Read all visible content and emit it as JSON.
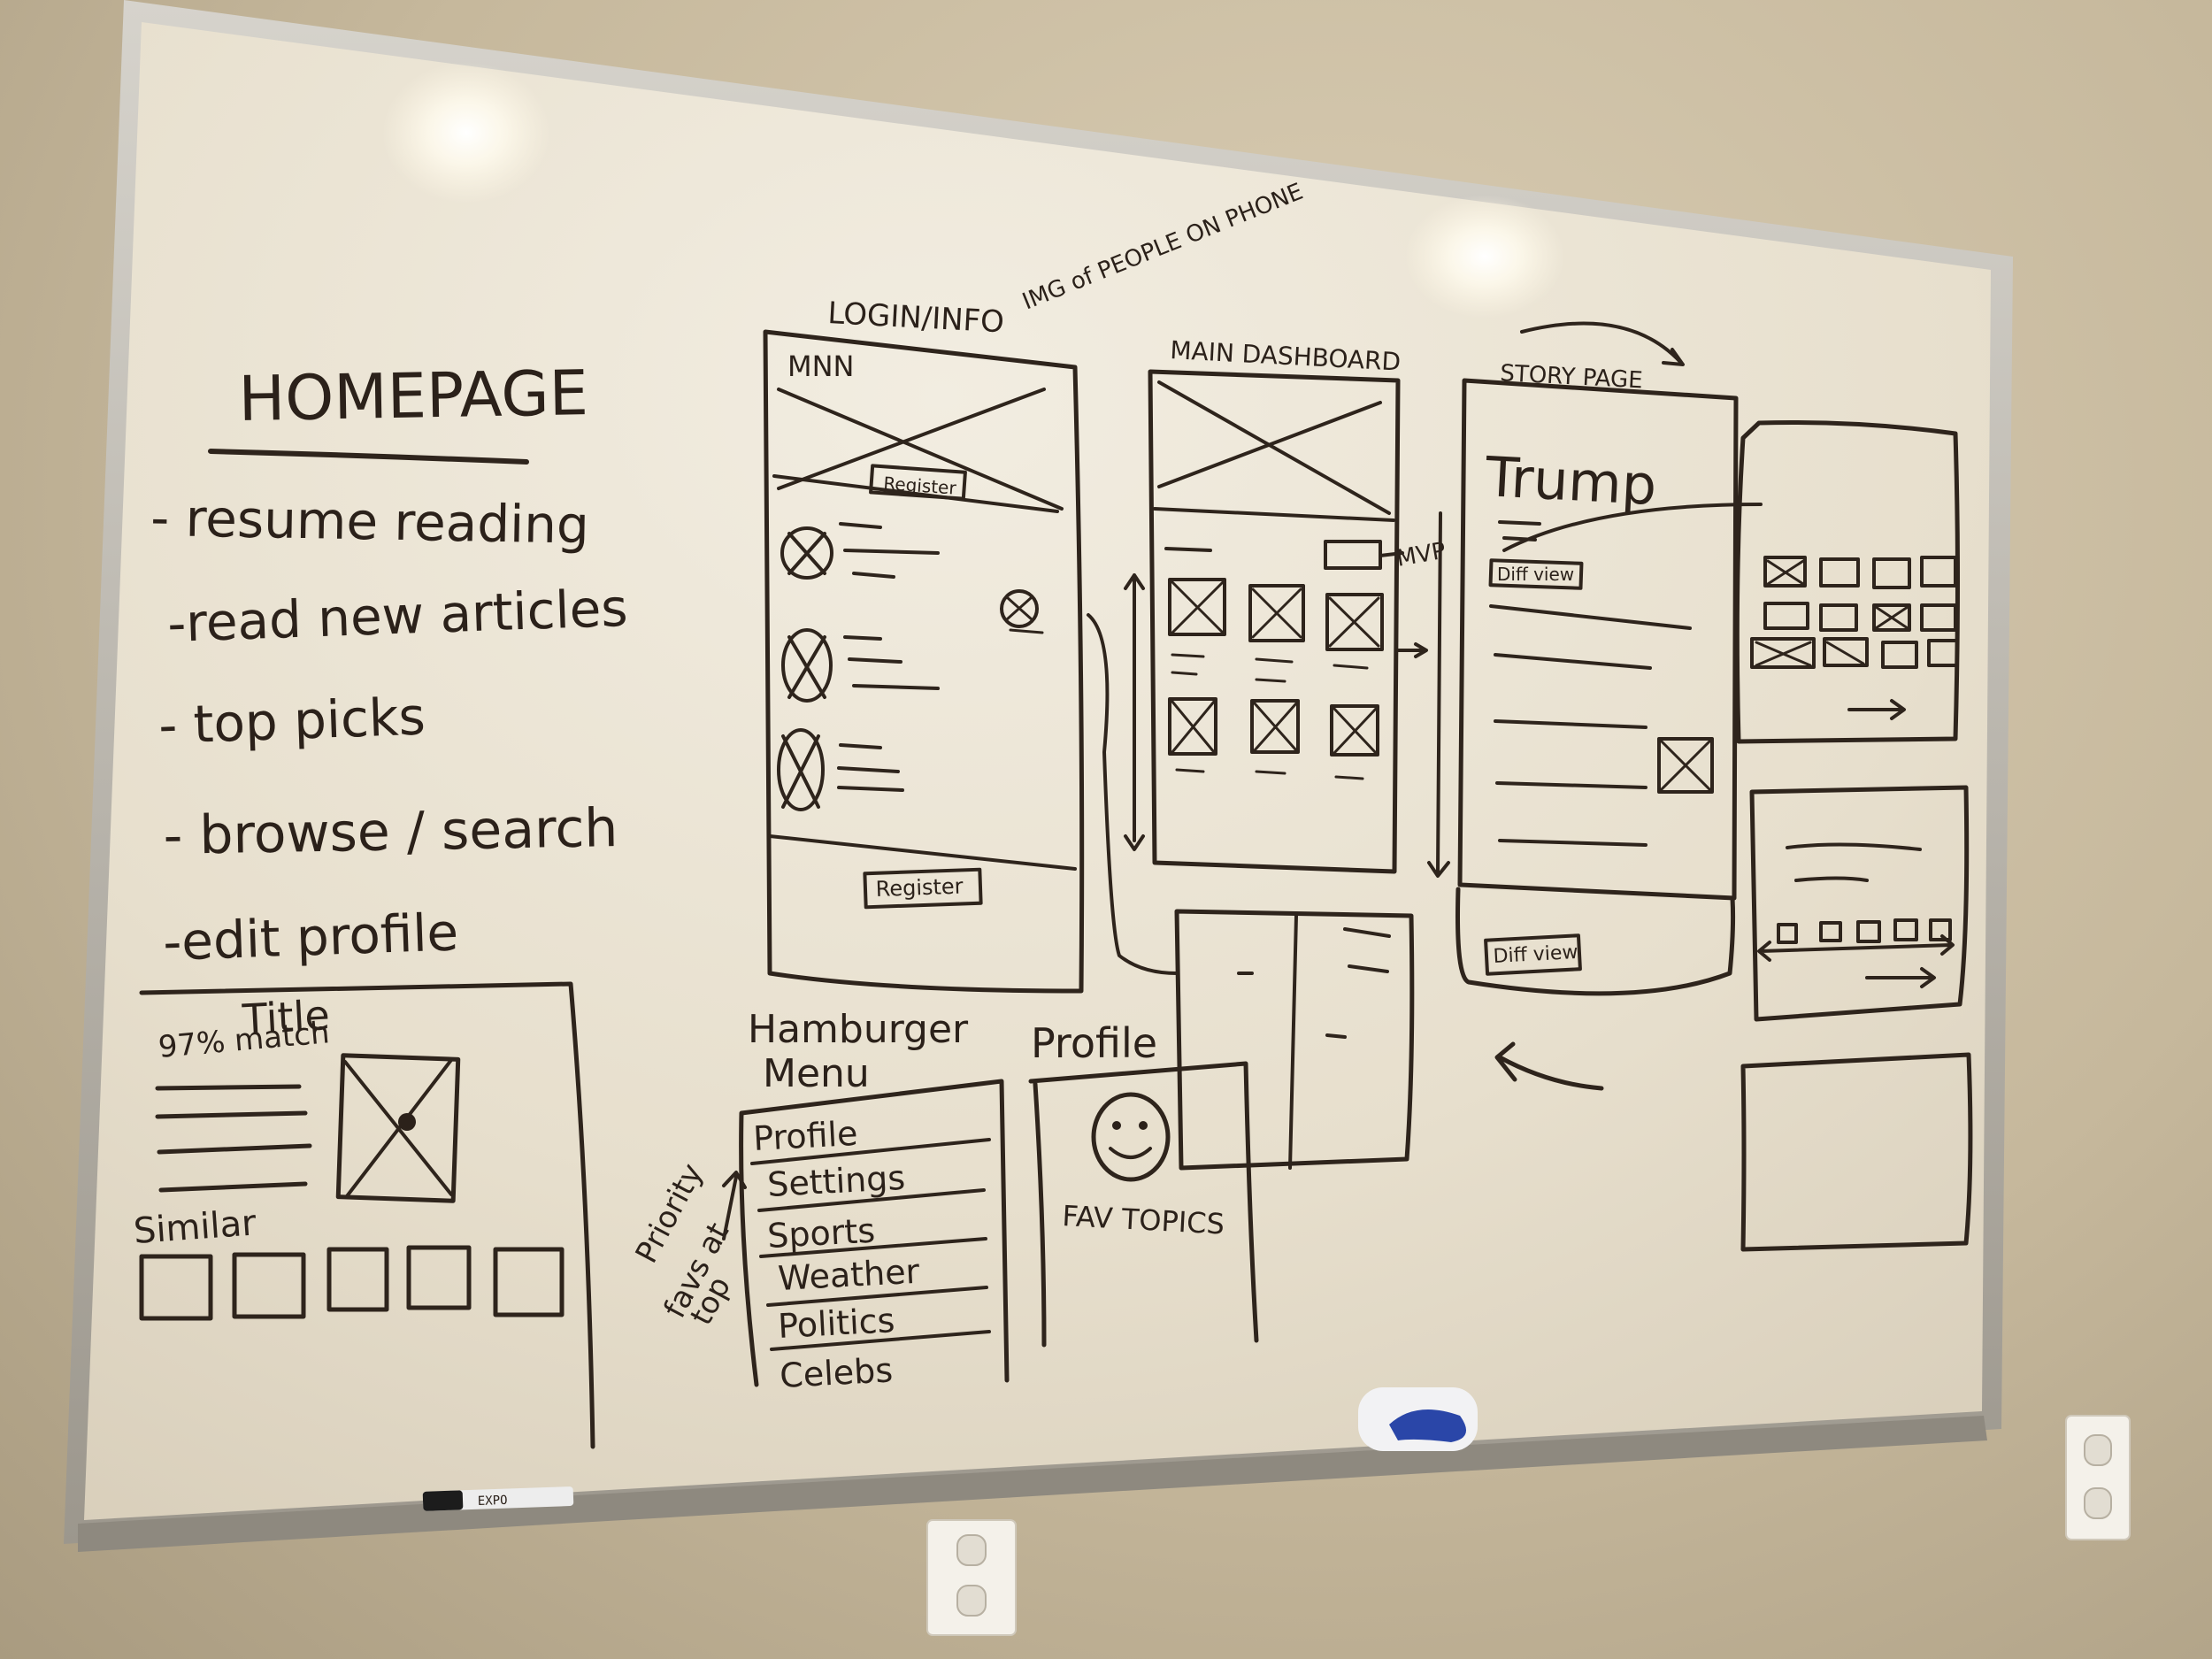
{
  "board": {
    "homepage": {
      "title": "HOMEPAGE",
      "items": [
        "- resume reading",
        "-read new articles",
        "- top picks",
        "- browse / search",
        "-edit profile"
      ]
    },
    "article_card": {
      "title": "Title",
      "match": "97% match",
      "similar_label": "Similar"
    },
    "login": {
      "heading": "LOGIN/INFO",
      "note": "IMG of PEOPLE ON PHONE",
      "logo": "MNN",
      "register_top": "Register",
      "register_bottom": "Register"
    },
    "dashboard": {
      "heading": "MAIN DASHBOARD",
      "mvp": "MVP"
    },
    "story": {
      "heading": "STORY PAGE",
      "story_title": "Trump",
      "diff_view_top": "Diff view",
      "diff_view_bottom": "Diff view"
    },
    "hamburger": {
      "heading_line1": "Hamburger",
      "heading_line2": "Menu",
      "items": [
        "Profile",
        "Settings",
        "Sports",
        "Weather",
        "Politics",
        "Celebs"
      ],
      "side_note_1": "Priority",
      "side_note_2": "favs at",
      "side_note_3": "top"
    },
    "profile": {
      "heading": "Profile",
      "fav_topics": "FAV TOPICS"
    },
    "marker_label": "EXPO"
  },
  "colors": {
    "wall": "#c6b89c",
    "board": "#ece5d6",
    "frame": "#b9b5ad",
    "ink": "#2b211a",
    "eraser_accent": "#2a46a8"
  }
}
